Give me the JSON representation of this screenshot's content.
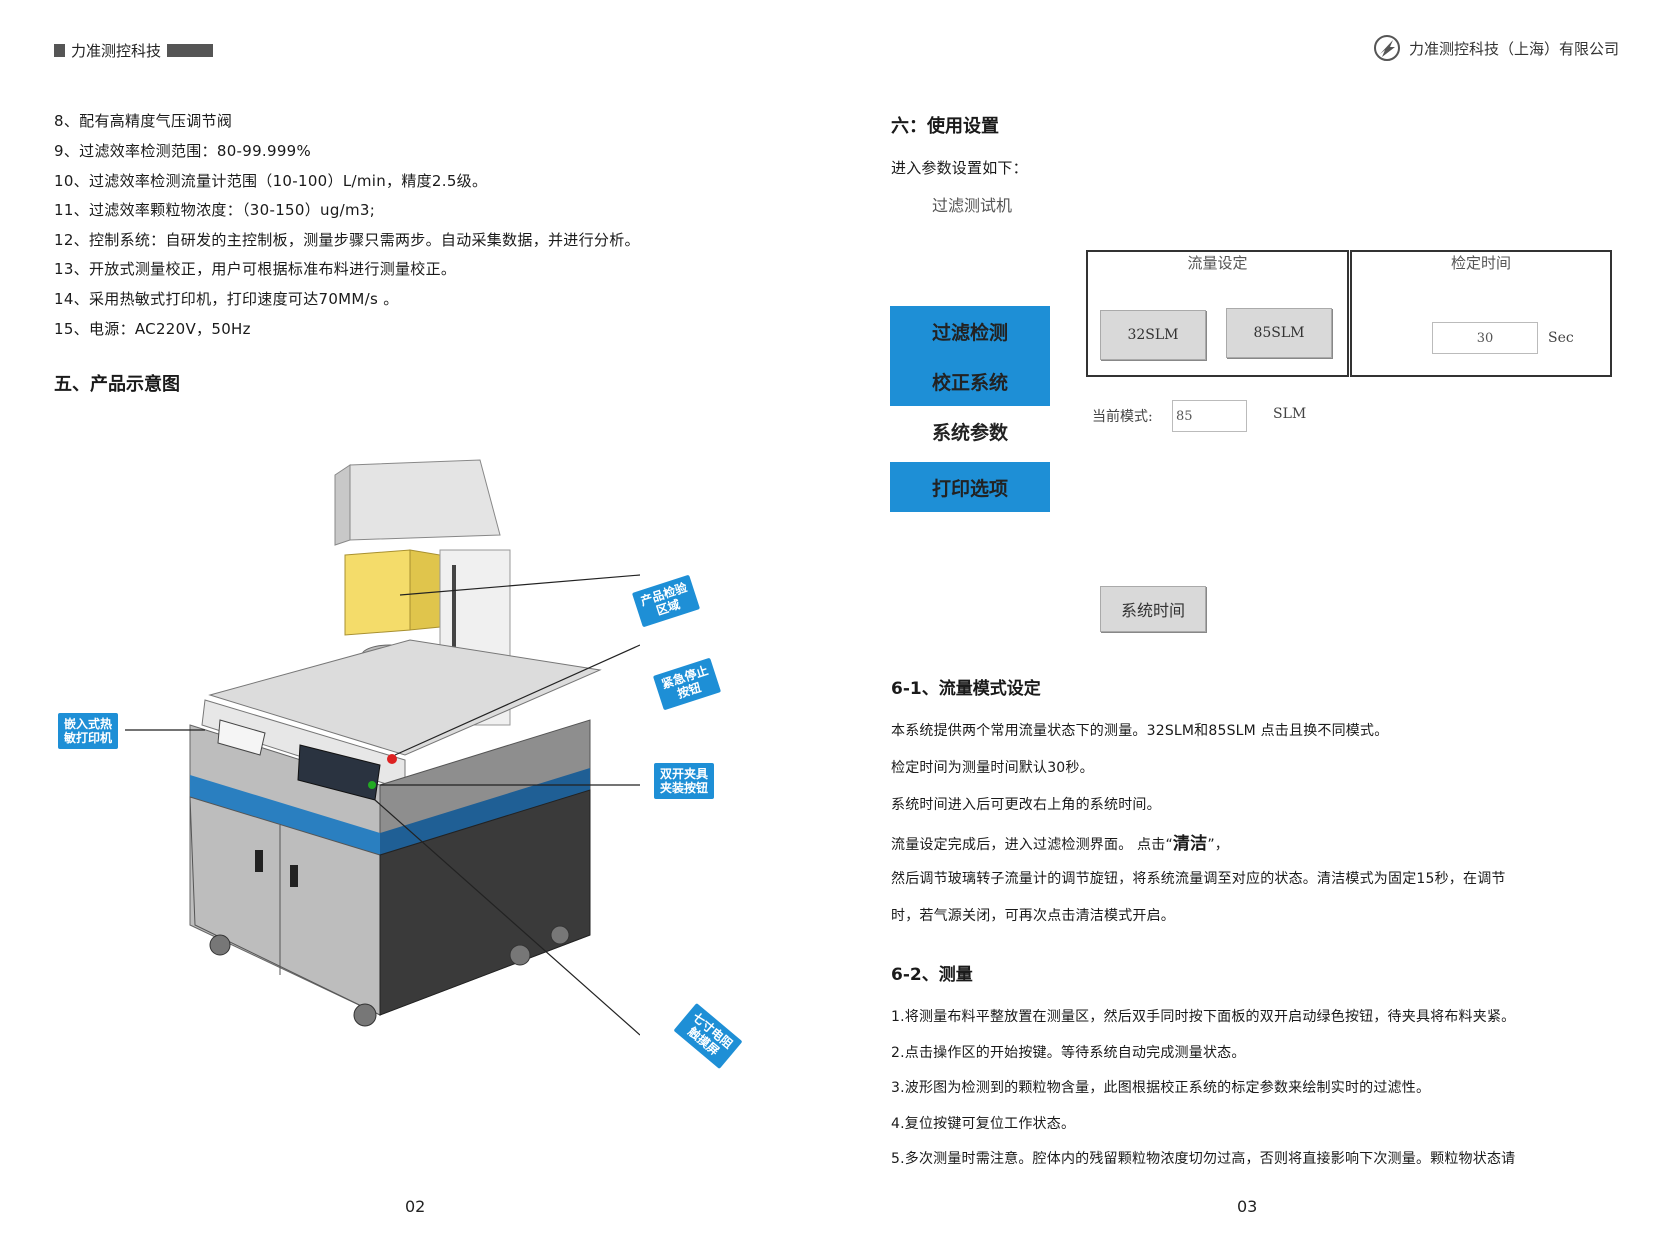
{
  "header": {
    "left_brand": "力准测控科技",
    "right_company": "力准测控科技（上海）有限公司",
    "logo_icon": "company-logo-icon"
  },
  "left_page": {
    "specs": [
      "8、配有高精度气压调节阀",
      "9、过滤效率检测范围：80-99.999%",
      "10、过滤效率检测流量计范围（10-100）L/min，精度2.5级。",
      "11、过滤效率颗粒物浓度：（30-150）ug/m3;",
      "12、控制系统：自研发的主控制板，测量步骤只需两步。自动采集数据，并进行分析。",
      "13、开放式测量校正，用户可根据标准布料进行测量校正。",
      "14、采用热敏式打印机，打印速度可达70MM/s 。",
      "15、电源：AC220V，50Hz"
    ],
    "section_title": "五、产品示意图",
    "callouts": {
      "inspection_area": [
        "产品检验",
        "区域"
      ],
      "emergency_stop": [
        "紧急停止",
        "按钮"
      ],
      "printer": [
        "嵌入式热",
        "敏打印机"
      ],
      "clamp_button": [
        "双开夹具",
        "夹装按钮"
      ],
      "touch_screen": [
        "七寸电阻",
        "触摸屏"
      ]
    },
    "page_number": "02"
  },
  "right_page": {
    "section_title": "六：使用设置",
    "intro": "进入参数设置如下：",
    "ui": {
      "app_title": "过滤测试机",
      "menu": [
        "过滤检测",
        "校正系统",
        "系统参数",
        "打印选项"
      ],
      "flow_box_title": "流量设定",
      "flow_buttons": [
        "32SLM",
        "85SLM"
      ],
      "time_box_title": "检定时间",
      "time_value": "30",
      "time_unit": "Sec",
      "current_mode_label": "当前模式:",
      "current_mode_value": "85",
      "current_mode_unit": "SLM",
      "system_time_button": "系统时间"
    },
    "sub1_title": "6-1、流量模式设定",
    "sub1_lines": [
      "本系统提供两个常用流量状态下的测量。32SLM和85SLM 点击且换不同模式。",
      "检定时间为测量时间默认30秒。",
      "系统时间进入后可更改右上角的系统时间。"
    ],
    "sub1_line4_pre": "流量设定完成后，进入过滤检测界面。 点击“",
    "sub1_line4_bold": "清洁",
    "sub1_line4_post": "”，",
    "sub1_lines_b": [
      "然后调节玻璃转子流量计的调节旋钮，将系统流量调至对应的状态。清洁模式为固定15秒，在调节",
      "时，若气源关闭，可再次点击清洁模式开启。"
    ],
    "sub2_title": "6-2、测量",
    "sub2_lines": [
      "1.将测量布料平整放置在测量区，然后双手同时按下面板的双开启动绿色按钮，待夹具将布料夹紧。",
      "2.点击操作区的开始按键。等待系统自动完成测量状态。",
      "3.波形图为检测到的颗粒物含量，此图根据校正系统的标定参数来绘制实时的过滤性。",
      "4.复位按键可复位工作状态。",
      "5.多次测量时需注意。腔体内的残留颗粒物浓度切勿过高，否则将直接影响下次测量。颗粒物状态请"
    ],
    "page_number": "03"
  }
}
